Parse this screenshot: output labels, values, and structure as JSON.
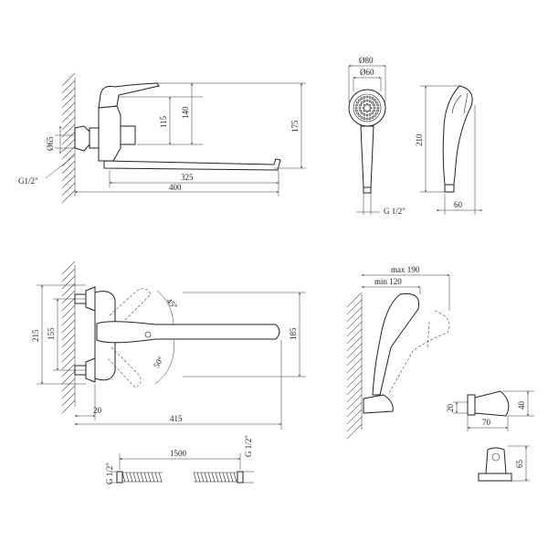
{
  "diagram": {
    "background": "#ffffff",
    "line_color": "#222222",
    "views": {
      "side_view": {
        "dims": {
          "d65": "Ø65",
          "g12": "G1/2\"",
          "h115": "115",
          "h140": "140",
          "h175": "175",
          "w325": "325",
          "w400": "400"
        }
      },
      "shower_head_front": {
        "dims": {
          "d80": "Ø80",
          "d60": "Ø60",
          "g12": "G 1/2\""
        }
      },
      "shower_head_side": {
        "dims": {
          "h210": "210",
          "w60": "60"
        }
      },
      "top_view": {
        "dims": {
          "h215": "215",
          "h155": "155",
          "a45": "45°",
          "a50": "50°",
          "h185": "185",
          "w20": "20",
          "w415": "415"
        }
      },
      "hose": {
        "dims": {
          "left": "G 1/2\"",
          "length": "1500",
          "right": "G 1/2\""
        }
      },
      "holder_mount": {
        "dims": {
          "max": "max 190",
          "min": "min 120"
        }
      },
      "holder_detail": {
        "dims": {
          "h20": "20",
          "h40": "40",
          "w70": "70",
          "h65": "65"
        }
      }
    }
  }
}
